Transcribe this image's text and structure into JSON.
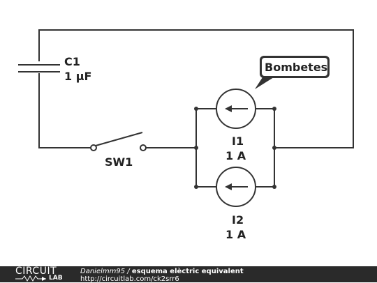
{
  "components": {
    "capacitor": {
      "name": "C1",
      "value": "1 µF"
    },
    "switch": {
      "name": "SW1"
    },
    "source1": {
      "name": "I1",
      "value": "1 A"
    },
    "source2": {
      "name": "I2",
      "value": "1 A"
    }
  },
  "callout": {
    "text": "Bombetes"
  },
  "footer": {
    "logo_top": "CIRCUIT",
    "logo_bottom": "LAB",
    "author": "Danielmm95",
    "separator": "/",
    "title": "esquema elèctric equivalent",
    "url": "http://circuitlab.com/ck2srr6"
  },
  "colors": {
    "wire": "#333333",
    "footer_bg": "#2a2a2a",
    "text": "#222222"
  }
}
